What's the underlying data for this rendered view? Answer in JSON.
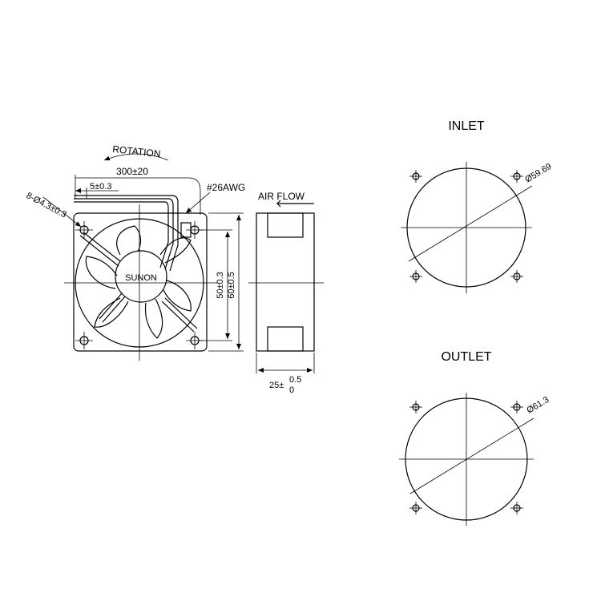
{
  "labels": {
    "rotation": "ROTATION",
    "cable_length": "300±20",
    "strip_length": "5±0.3",
    "wire_gauge": "#26AWG",
    "mount_holes": "8-Ø4.3±0.3",
    "brand": "SUNON",
    "air_flow": "AIR FLOW",
    "hole_pitch": "50±0.3",
    "frame_size": "60±0.5",
    "depth_base": "25±",
    "depth_tol_upper": "0.5",
    "depth_tol_lower": "0"
  },
  "inlet": {
    "title": "INLET",
    "diameter": "Ø59.69"
  },
  "outlet": {
    "title": "OUTLET",
    "diameter": "Ø61.3"
  }
}
